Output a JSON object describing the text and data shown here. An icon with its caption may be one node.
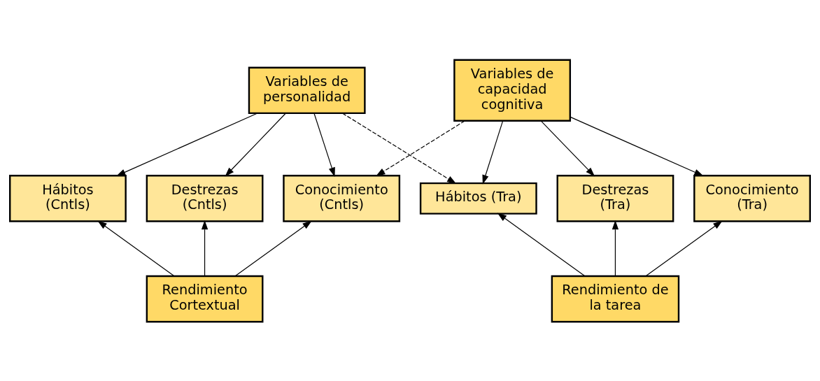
{
  "diagram": {
    "nodes": [
      {
        "text": [
          "Variables de personalidad"
        ]
      },
      {
        "text": [
          "Variables de capacidad cognitiva"
        ]
      },
      {
        "text": [
          "Hábitos (Cntls)"
        ]
      },
      {
        "text": [
          "Destrezas (Cntls)"
        ]
      },
      {
        "text": [
          "Conocimiento (Cntls)"
        ]
      },
      {
        "text": [
          "Hábitos (Tra)"
        ]
      },
      {
        "text": [
          "Destrezas (Tra)"
        ]
      },
      {
        "text": [
          "Conocimiento (Tra)"
        ]
      },
      {
        "text": [
          "Rendimiento Cortextual"
        ]
      },
      {
        "text": [
          "Rendimiento de la tarea"
        ]
      }
    ],
    "edges": [
      {
        "from": 0,
        "to": 2,
        "arrow": "to"
      },
      {
        "from": 0,
        "to": 3,
        "arrow": "to"
      },
      {
        "from": 0,
        "to": 4,
        "arrow": "to"
      },
      {
        "from": 0,
        "to": 5,
        "arrow": "to",
        "style": "dashed"
      },
      {
        "from": 1,
        "to": 4,
        "arrow": "to",
        "style": "dashed"
      },
      {
        "from": 1,
        "to": 5,
        "arrow": "to"
      },
      {
        "from": 1,
        "to": 6,
        "arrow": "to"
      },
      {
        "from": 1,
        "to": 7,
        "arrow": "to"
      },
      {
        "from": 8,
        "to": 2,
        "arrow": "to"
      },
      {
        "from": 8,
        "to": 3,
        "arrow": "to"
      },
      {
        "from": 8,
        "to": 4,
        "arrow": "to"
      },
      {
        "from": 9,
        "to": 5,
        "arrow": "to"
      },
      {
        "from": 9,
        "to": 6,
        "arrow": "to"
      },
      {
        "from": 9,
        "to": 7,
        "arrow": "to"
      }
    ]
  }
}
